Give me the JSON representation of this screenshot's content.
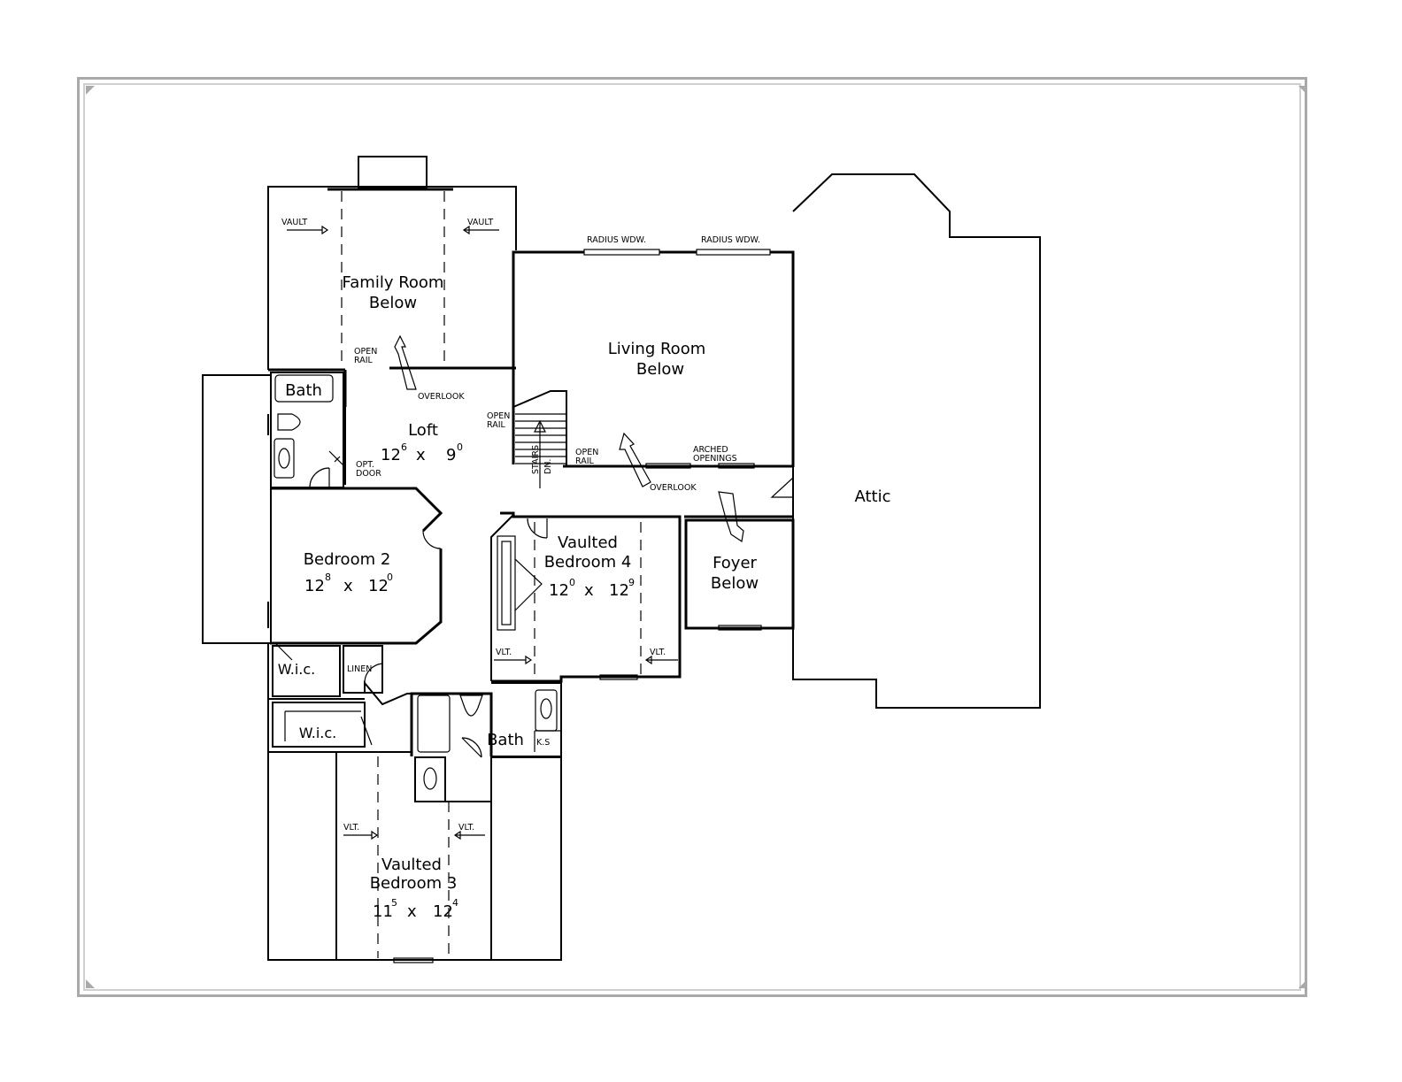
{
  "rooms": {
    "family_room": {
      "line1": "Family Room",
      "line2": "Below"
    },
    "living_room": {
      "line1": "Living Room",
      "line2": "Below"
    },
    "loft": {
      "name": "Loft",
      "w": "12",
      "w_in": "6",
      "x": "x",
      "d": "9",
      "d_in": "0"
    },
    "bedroom2": {
      "name": "Bedroom 2",
      "w": "12",
      "w_in": "8",
      "x": "x",
      "d": "12",
      "d_in": "0"
    },
    "bedroom4": {
      "line1": "Vaulted",
      "line2": "Bedroom 4",
      "w": "12",
      "w_in": "0",
      "x": "x",
      "d": "12",
      "d_in": "9"
    },
    "bedroom3": {
      "line1": "Vaulted",
      "line2": "Bedroom 3",
      "w": "11",
      "w_in": "5",
      "x": "x",
      "d": "12",
      "d_in": "4"
    },
    "foyer": {
      "line1": "Foyer",
      "line2": "Below"
    },
    "attic": {
      "name": "Attic"
    },
    "bath_upper": {
      "name": "Bath"
    },
    "bath_lower": {
      "name": "Bath"
    },
    "wic1": {
      "name": "W.i.c."
    },
    "wic2": {
      "name": "W.i.c."
    }
  },
  "notes": {
    "vault": "VAULT",
    "vlt": "VLT.",
    "radius_wdw": "RADIUS WDW.",
    "open": "OPEN",
    "rail": "RAIL",
    "overlook": "OVERLOOK",
    "stairs": "STAIRS",
    "dn": "DN.",
    "arched": "ARCHED",
    "openings": "OPENINGS",
    "opt": "OPT.",
    "door": "DOOR",
    "linen": "LINEN",
    "ks": "K.S"
  },
  "colors": {
    "frame": "#a9a9a9",
    "lines": "#000000"
  }
}
